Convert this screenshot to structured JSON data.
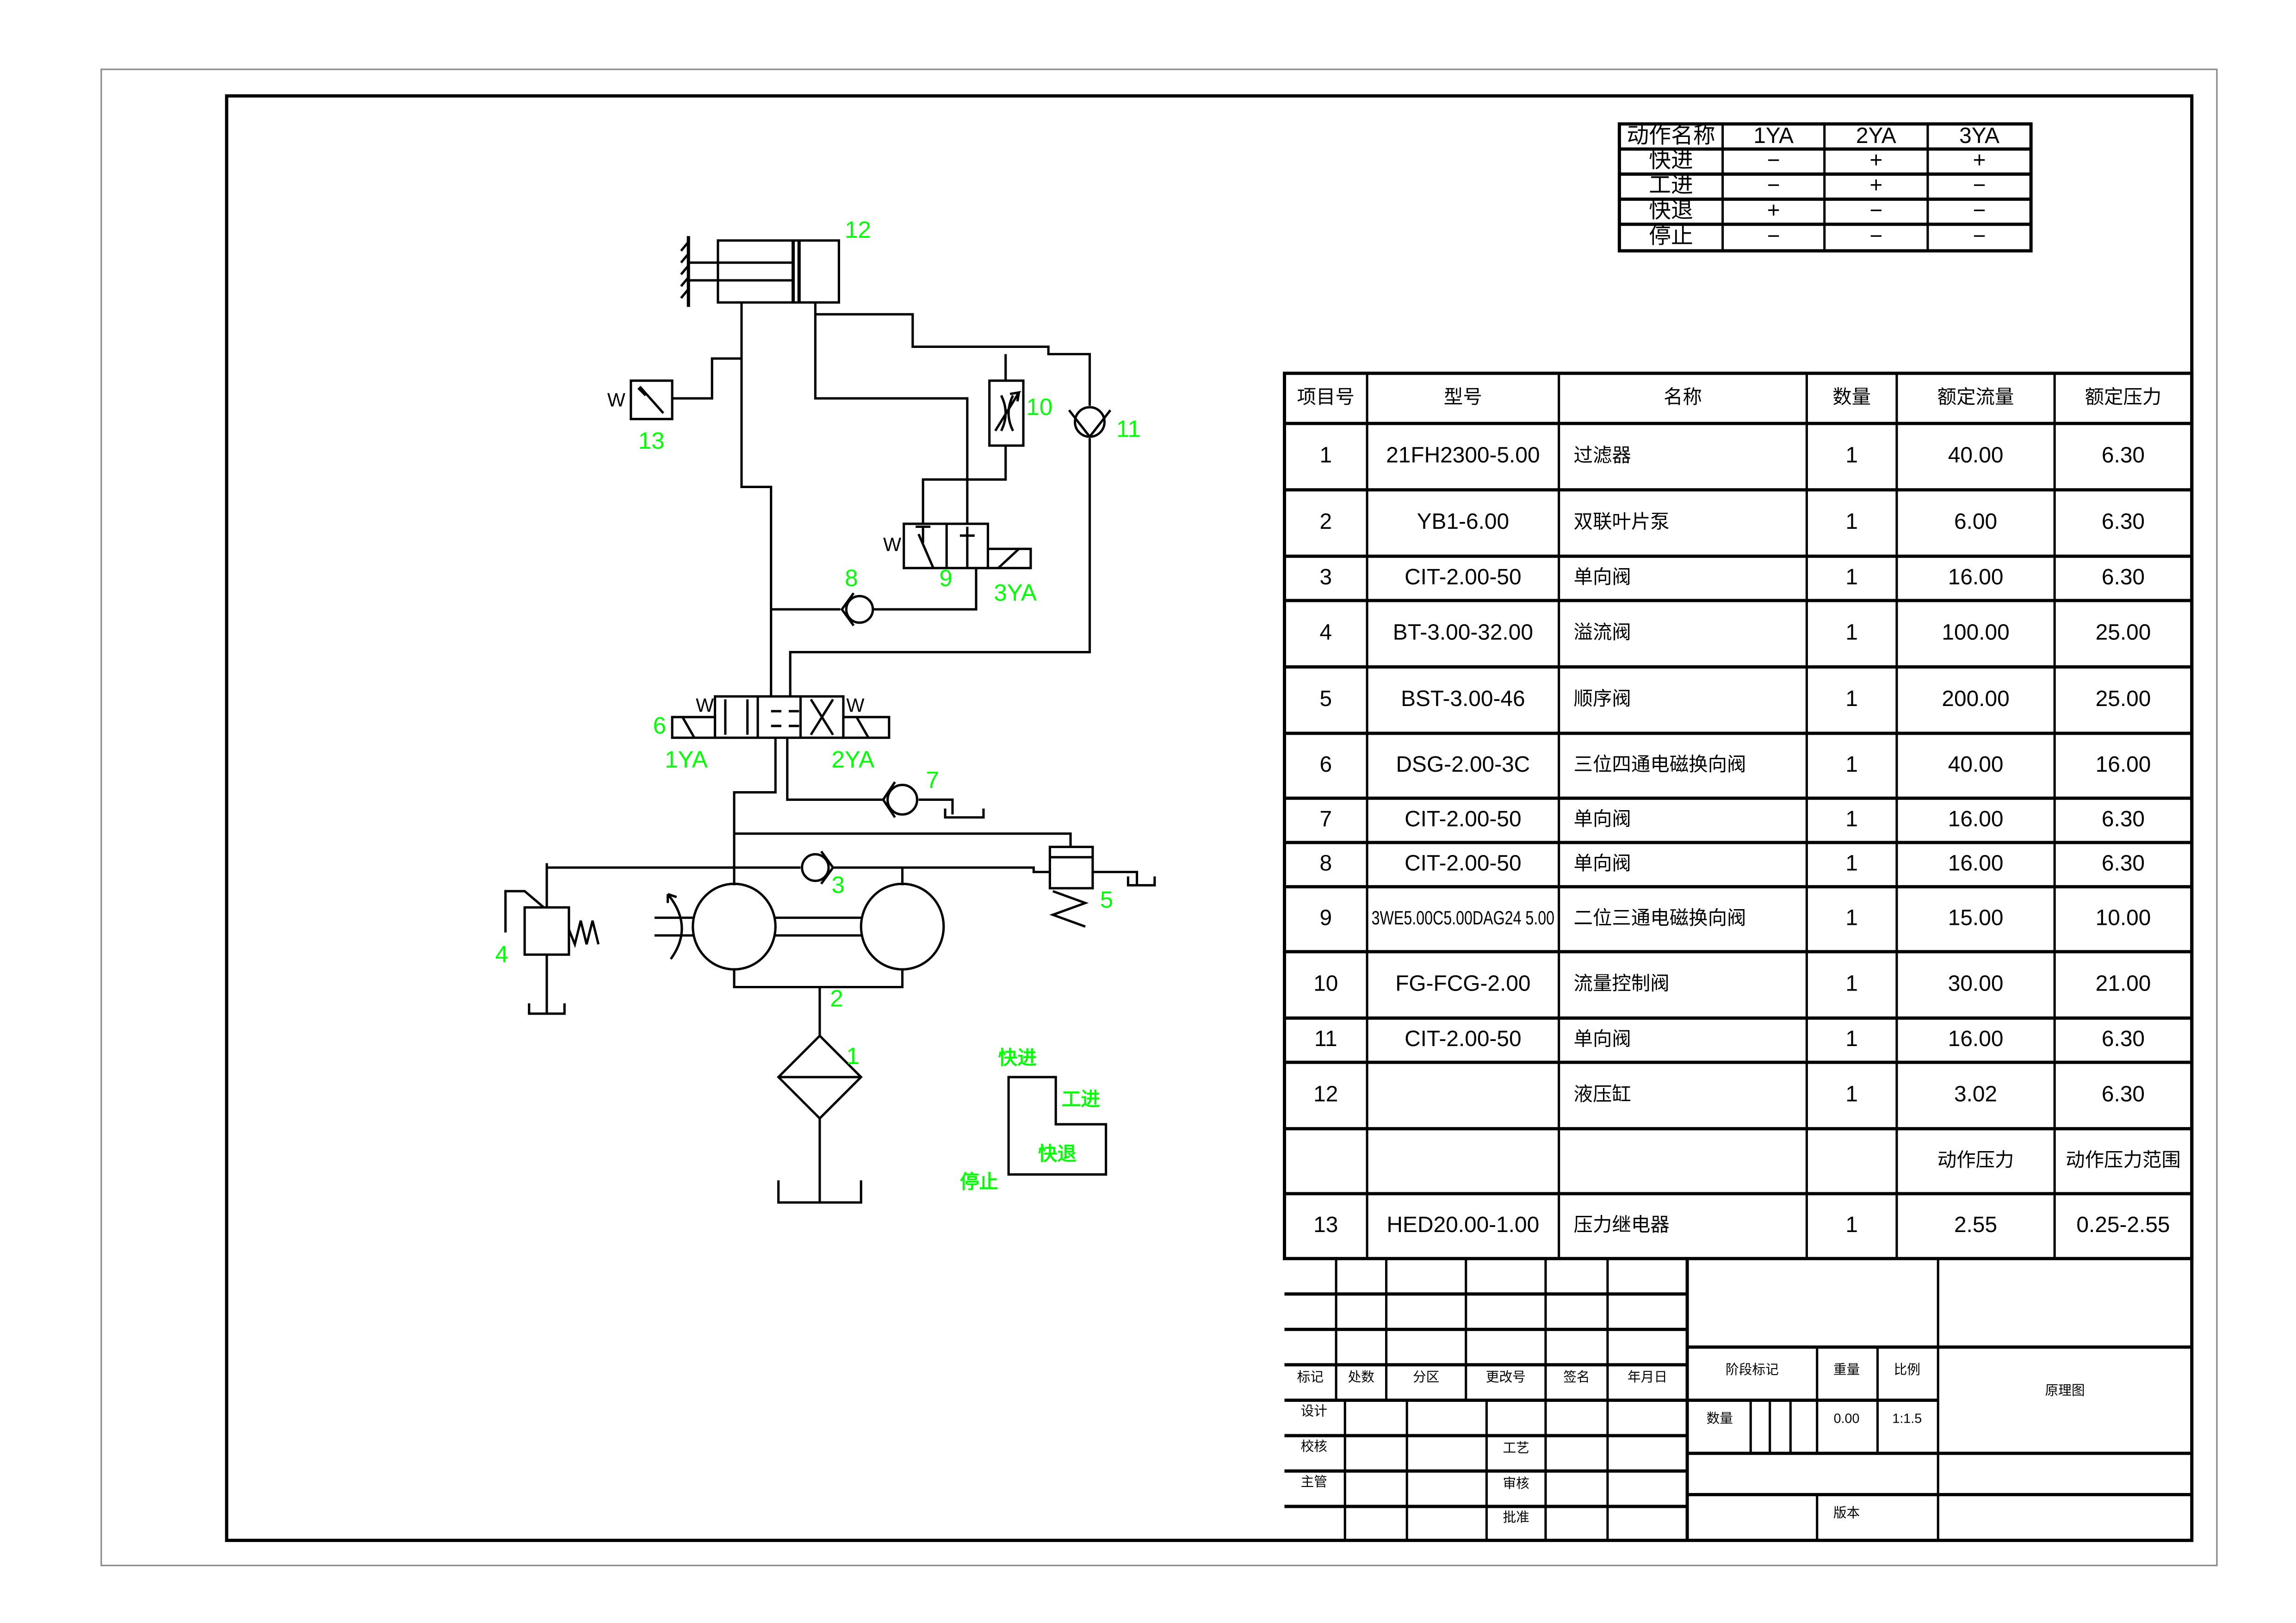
{
  "colors": {
    "line": "#000000",
    "label": "#00ff00"
  },
  "action_table": {
    "headers": [
      "动作名称",
      "1YA",
      "2YA",
      "3YA"
    ],
    "rows": [
      [
        "快进",
        "−",
        "+",
        "+"
      ],
      [
        "工进",
        "−",
        "+",
        "−"
      ],
      [
        "快退",
        "+",
        "−",
        "−"
      ],
      [
        "停止",
        "−",
        "−",
        "−"
      ]
    ]
  },
  "parts_table": {
    "headers": [
      "项目号",
      "型号",
      "名称",
      "数量",
      "额定流量",
      "额定压力"
    ],
    "rows": [
      [
        "1",
        "21FH2300-5.00",
        "过滤器",
        "1",
        "40.00",
        "6.30"
      ],
      [
        "2",
        "YB1-6.00",
        "双联叶片泵",
        "1",
        "6.00",
        "6.30"
      ],
      [
        "3",
        "CIT-2.00-50",
        "单向阀",
        "1",
        "16.00",
        "6.30"
      ],
      [
        "4",
        "BT-3.00-32.00",
        "溢流阀",
        "1",
        "100.00",
        "25.00"
      ],
      [
        "5",
        "BST-3.00-46",
        "顺序阀",
        "1",
        "200.00",
        "25.00"
      ],
      [
        "6",
        "DSG-2.00-3C",
        "三位四通电磁换向阀",
        "1",
        "40.00",
        "16.00"
      ],
      [
        "7",
        "CIT-2.00-50",
        "单向阀",
        "1",
        "16.00",
        "6.30"
      ],
      [
        "8",
        "CIT-2.00-50",
        "单向阀",
        "1",
        "16.00",
        "6.30"
      ],
      [
        "9",
        "3WE5.00C5.00DAG24 5.00",
        "二位三通电磁换向阀",
        "1",
        "15.00",
        "10.00"
      ],
      [
        "10",
        "FG-FCG-2.00",
        "流量控制阀",
        "1",
        "30.00",
        "21.00"
      ],
      [
        "11",
        "CIT-2.00-50",
        "单向阀",
        "1",
        "16.00",
        "6.30"
      ],
      [
        "12",
        "",
        "液压缸",
        "1",
        "3.02",
        "6.30"
      ],
      [
        "",
        "",
        "",
        "",
        "动作压力",
        "动作压力范围"
      ],
      [
        "13",
        "HED20.00-1.00",
        "压力继电器",
        "1",
        "2.55",
        "0.25-2.55"
      ]
    ]
  },
  "title_block": {
    "rev_headers": [
      "标记",
      "处数",
      "分区",
      "更改号",
      "签名",
      "年月日"
    ],
    "design": "设计",
    "check": "校核",
    "manager": "主管",
    "process": "工艺",
    "review": "审核",
    "approve": "批准",
    "stage_mark": "阶段标记",
    "weight": "重量",
    "scale": "比例",
    "quantity": "数量",
    "weight_value": "0.00",
    "scale_value": "1:1.5",
    "drawing_name": "原理图",
    "version": "版本"
  },
  "diagram_labels": {
    "c1": "1",
    "c2": "2",
    "c3": "3",
    "c4": "4",
    "c5": "5",
    "c6": "6",
    "c7": "7",
    "c8": "8",
    "c9": "9",
    "c10": "10",
    "c11": "11",
    "c12": "12",
    "c13": "13",
    "sol1": "1YA",
    "sol2": "2YA",
    "sol3": "3YA",
    "spring": "W"
  },
  "cycle_diagram": {
    "fast_forward": "快进",
    "work_feed": "工进",
    "fast_return": "快退",
    "stop": "停止"
  }
}
